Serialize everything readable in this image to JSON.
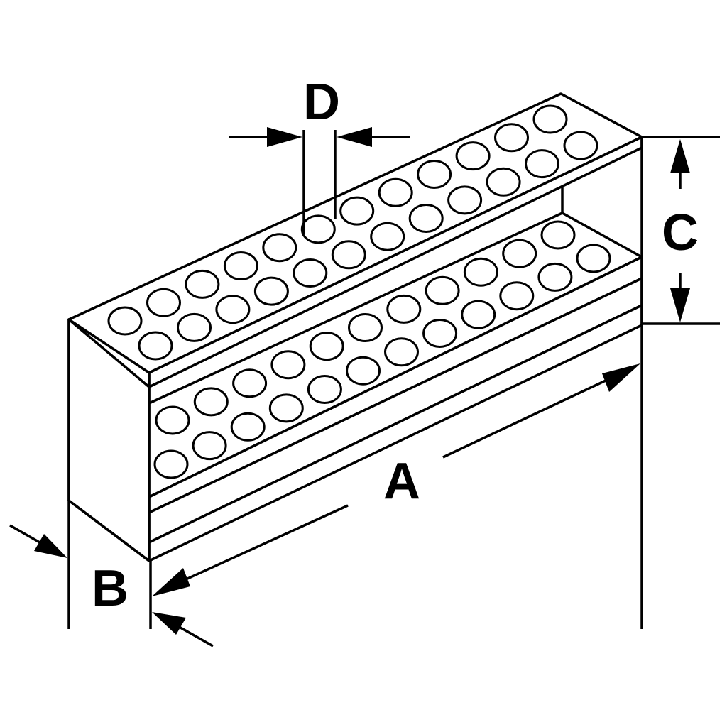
{
  "colors": {
    "line": "#000000",
    "background": "#ffffff"
  },
  "dimensions": {
    "a": "A",
    "b": "B",
    "c": "C",
    "d": "D"
  }
}
